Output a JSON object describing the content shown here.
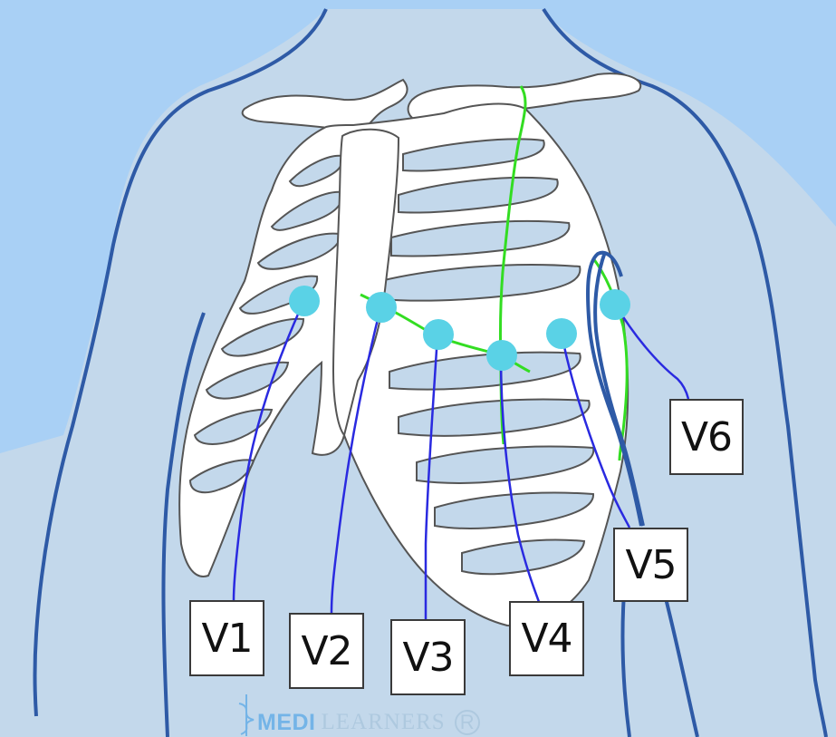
{
  "diagram": {
    "leads": [
      {
        "id": "V1",
        "label": "V1"
      },
      {
        "id": "V2",
        "label": "V2"
      },
      {
        "id": "V3",
        "label": "V3"
      },
      {
        "id": "V4",
        "label": "V4"
      },
      {
        "id": "V5",
        "label": "V5"
      },
      {
        "id": "V6",
        "label": "V6"
      }
    ],
    "watermark": {
      "brand": "MEDI",
      "rest": "LEARNERS",
      "reg": "R"
    },
    "colors": {
      "background": "#a9d0f5",
      "torso": "#c3d8eb",
      "outline": "#2e5aa6",
      "bone": "#ffffff",
      "bone_outline": "#555555",
      "guide_line": "#33dd22",
      "lead_wire": "#2a2ae0",
      "electrode": "#5ad2e6"
    }
  }
}
